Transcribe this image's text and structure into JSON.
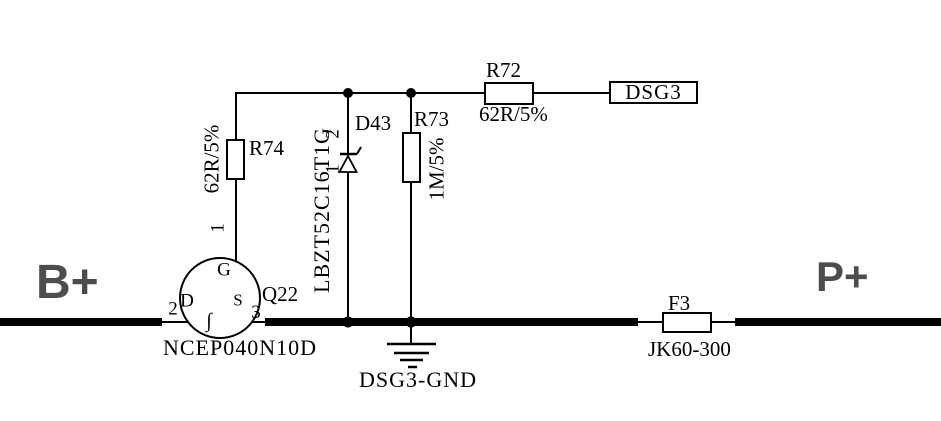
{
  "colors": {
    "ink": "#000000",
    "port_label": "#4d4d4d",
    "background": "#ffffff"
  },
  "power_rails": {
    "left_label": "B+",
    "right_label": "P+"
  },
  "net_labels": {
    "dsg3_port": "DSG3",
    "ground": "DSG3-GND"
  },
  "components": {
    "q22": {
      "ref": "Q22",
      "part": "NCEP040N10D",
      "gate_label": "G",
      "drain_label": "D",
      "source_label": "S",
      "body_mark": "∫",
      "pin_gate": "1",
      "pin_drain": "2",
      "pin_source": "3"
    },
    "r74": {
      "ref": "R74",
      "value": "62R/5%"
    },
    "d43": {
      "ref": "D43",
      "part": "LBZT52C16T1G",
      "pin_cathode": "2",
      "pin_anode": "1"
    },
    "r73": {
      "ref": "R73",
      "value": "1M/5%"
    },
    "r72": {
      "ref": "R72",
      "value": "62R/5%"
    },
    "f3": {
      "ref": "F3",
      "part": "JK60-300"
    }
  }
}
